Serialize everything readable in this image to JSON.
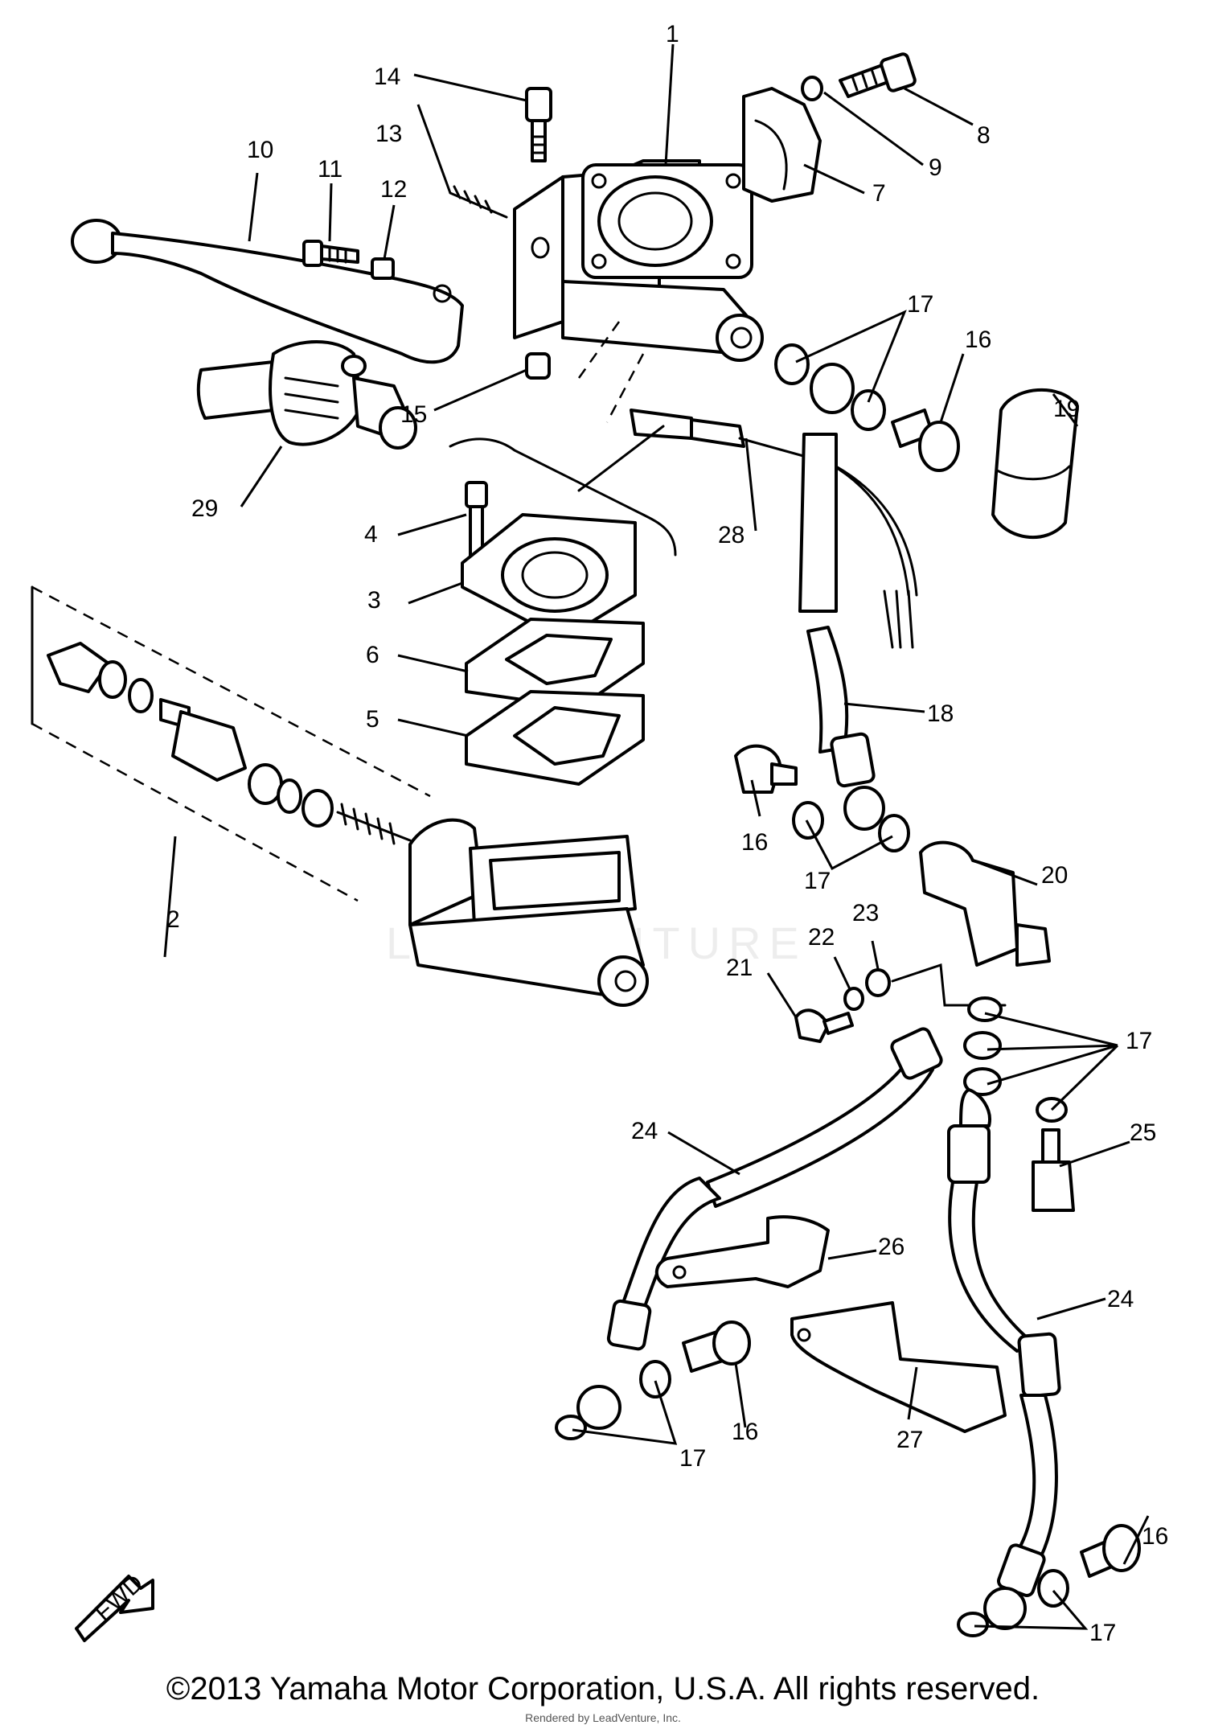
{
  "diagram": {
    "callouts": {
      "c1": "1",
      "c2": "2",
      "c3": "3",
      "c4": "4",
      "c5": "5",
      "c6": "6",
      "c7": "7",
      "c8": "8",
      "c9": "9",
      "c10": "10",
      "c11": "11",
      "c12": "12",
      "c13": "13",
      "c14": "14",
      "c15": "15",
      "c16a": "16",
      "c16b": "16",
      "c16c": "16",
      "c16d": "16",
      "c17a": "17",
      "c17b": "17",
      "c17c": "17",
      "c17d": "17",
      "c17e": "17",
      "c18": "18",
      "c19": "19",
      "c20": "20",
      "c21": "21",
      "c22": "22",
      "c23": "23",
      "c24a": "24",
      "c24b": "24",
      "c25": "25",
      "c26": "26",
      "c27": "27",
      "c28": "28",
      "c29": "29"
    },
    "fwd_label": "FWD"
  },
  "watermark": "LEADVENTURE",
  "footer": {
    "copyright": "©2013 Yamaha Motor Corporation, U.S.A. All rights reserved.",
    "rendered_by": "Rendered by LeadVenture, Inc."
  }
}
